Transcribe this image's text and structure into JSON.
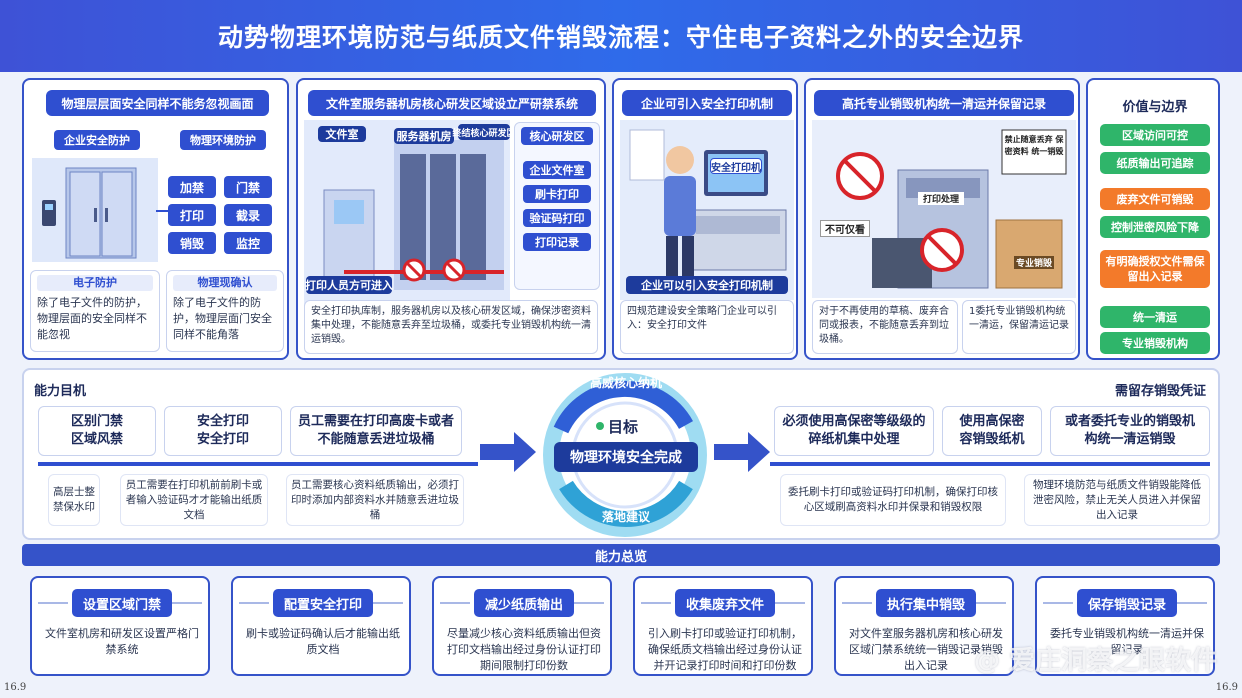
{
  "title": "动势物理环境防范与纸质文件销毁流程：守住电子资料之外的安全边界",
  "panel1": {
    "heading": "物理层层面安全同样不能务忽视画面",
    "left_tag": "企业安全防护",
    "right_tag": "物理环境防护",
    "grid": [
      "加禁",
      "门禁",
      "打印",
      "截录",
      "销毁",
      "监控"
    ],
    "sub_left_title": "电子防护",
    "sub_left_text": "除了电子文件的防护，物理层面的安全同样不能忽视",
    "sub_right_title": "物理现确认",
    "sub_right_text": "除了电子文件的防护，物理层面门安全同样不能角落"
  },
  "panel2": {
    "heading": "文件室服务器机房核心研发区域设立严研禁系统",
    "sign_left": "文件室",
    "sign_mid": "服务器机房",
    "sign_mid2": "终结核心研发区",
    "zone_title": "核心研发区",
    "zone_items": [
      "企业文件室",
      "刷卡打印",
      "验证码打印",
      "打印记录"
    ],
    "banner": "打印人员方可进入",
    "caption": "安全打印执库制，服务器机房以及核心研发区域，确保涉密资料集中处理，不能随意丢弃至垃圾桶，或委托专业销毁机构统一清运销毁。"
  },
  "panel3": {
    "heading": "企业可引入安全打印机制",
    "screen_text": "安全打印机",
    "banner": "企业可以引入安全打印机制",
    "caption": "四规范建设安全策略门企业可以引入：安全打印文件"
  },
  "panel4": {
    "heading": "高托专业销毁机构统一清运并保留记录",
    "sign_text": "禁止随意丢弃 保密资料 统一销毁",
    "label_left": "不可仅看",
    "label_mid": "打印处理",
    "label_box": "专业销毁",
    "caption_left": "对于不再使用的草稿、废弃合同或报表，不能随意丢弃到垃圾桶。",
    "caption_right": "1委托专业销毁机构统一清运，保留清运记录"
  },
  "panel5": {
    "heading": "价值与边界",
    "items": [
      {
        "text": "区域访问可控",
        "color": "green"
      },
      {
        "text": "纸质输出可追踪",
        "color": "green"
      },
      {
        "text": "废弃文件可销毁",
        "color": "orange"
      },
      {
        "text": "控制泄密风险下降",
        "color": "green"
      },
      {
        "text": "有明确授权文件需保留出入记录",
        "color": "orange"
      },
      {
        "text": "统一清运",
        "color": "green"
      },
      {
        "text": "专业销毁机构",
        "color": "green"
      }
    ]
  },
  "middle": {
    "left_label": "能力目机",
    "right_label": "需留存销毁凭证",
    "center_small": "目标",
    "center_main": "物理环境安全完成",
    "ring_top": "高威核心纳机",
    "ring_bottom": "落地建议",
    "left_boxes": [
      {
        "title": "区别门禁\n区域风禁",
        "desc": "高层士整禁保水印"
      },
      {
        "title": "安全打印\n安全打印",
        "desc": "员工需要在打印机前前刷卡或者输入验证码才才能输出纸质文档"
      },
      {
        "title": "员工需要在打印高废卡或者不能随意丢进垃圾桶",
        "desc": "员工需要核心资料纸质输出，必须打印时添加内部资料水并随意丢进垃圾桶"
      }
    ],
    "right_boxes": [
      {
        "title": "必须使用高保密等级级的碎纸机集中处理",
        "desc": "委托刷卡打印或验证码打印机制，确保打印核心区域刷高资料水印并保录和销毁权限"
      },
      {
        "title": "使用高保密\n容销毁纸机",
        "desc": ""
      },
      {
        "title": "或者委托专业的销毁机\n构统一清运销毁",
        "desc": "物理环境防范与纸质文件销毁能降低泄密风险，禁止无关人员进入并保留出入记录"
      }
    ]
  },
  "summary": {
    "label": "能力总览",
    "cards": [
      {
        "title": "设置区域门禁",
        "desc": "文件室机房和研发区设置严格门禁系统"
      },
      {
        "title": "配置安全打印",
        "desc": "刷卡或验证码确认后才能输出纸质文档"
      },
      {
        "title": "减少纸质输出",
        "desc": "尽量减少核心资料纸质输出但资打印文档输出经过身份认证打印期间限制打印份数"
      },
      {
        "title": "收集废弃文件",
        "desc": "引入刷卡打印或验证打印机制，确保纸质文档输出经过身份认证并开记录打印时间和打印份数"
      },
      {
        "title": "执行集中销毁",
        "desc": "对文件室服务器机房和核心研发区域门禁系统统一销毁记录销毁出入记录"
      },
      {
        "title": "保存销毁记录",
        "desc": "委托专业销毁机构统一清运并保留记录"
      }
    ]
  },
  "footer_left": "16.9",
  "footer_right": "16.9",
  "watermark": "@ 爱庄洞察之眼软件",
  "colors": {
    "primary": "#2f4fd0",
    "green": "#2fb56a",
    "orange": "#f37a2a",
    "border": "#3553c9"
  }
}
